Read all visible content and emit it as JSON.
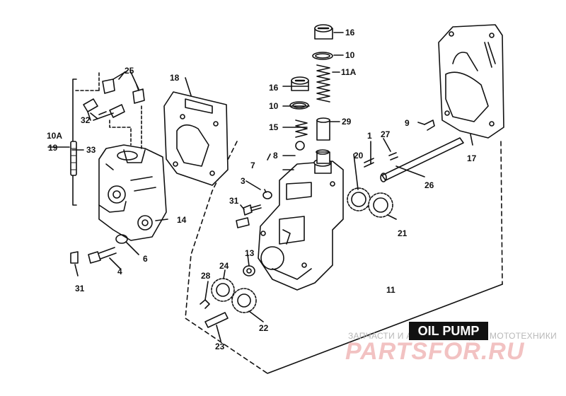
{
  "title": "OIL PUMP",
  "watermark": {
    "tagline": "ЗАПЧАСТИ И АКСЕССУАРЫ ДЛЯ МОТОТЕХНИКИ",
    "logo": "PARTSFOR.RU",
    "logo_color": "#f2c2c2"
  },
  "callouts": [
    "16",
    "10",
    "11A",
    "16",
    "10",
    "15",
    "29",
    "8",
    "1",
    "27",
    "9",
    "17",
    "25",
    "18",
    "32",
    "10A",
    "19",
    "33",
    "7",
    "3",
    "31",
    "20",
    "26",
    "14",
    "21",
    "6",
    "4",
    "31",
    "13",
    "24",
    "28",
    "11",
    "22",
    "23"
  ]
}
